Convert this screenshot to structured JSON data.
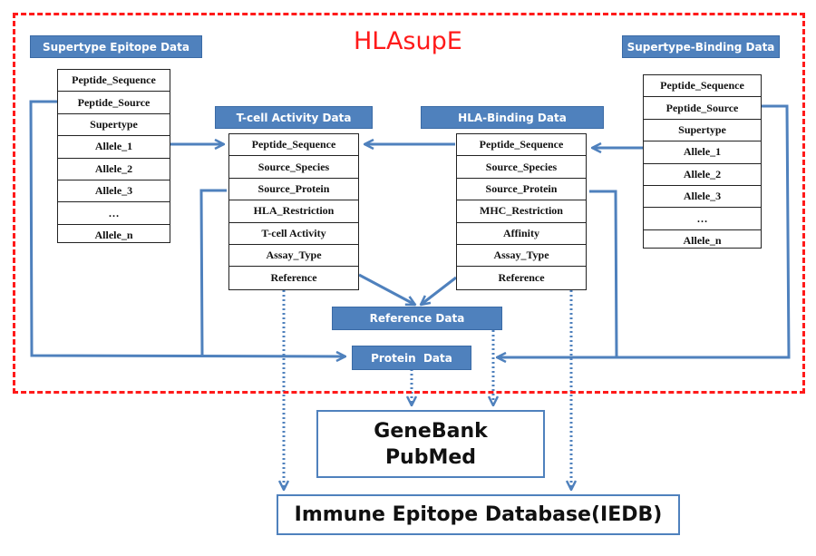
{
  "title": "HLAsupE",
  "colors": {
    "frame": "#ff1a1a",
    "header": "#4f81bd",
    "line": "#4f81bd"
  },
  "tables": {
    "supertype_epitope": {
      "header": "Supertype Epitope Data",
      "rows": [
        "Peptide_Sequence",
        "Peptide_Source",
        "Supertype",
        "Allele_1",
        "Allele_2",
        "Allele_3",
        "…",
        "Allele_n"
      ]
    },
    "tcell_activity": {
      "header": "T-cell Activity Data",
      "rows": [
        "Peptide_Sequence",
        "Source_Species",
        "Source_Protein",
        "HLA_Restriction",
        "T-cell Activity",
        "Assay_Type",
        "Reference"
      ]
    },
    "hla_binding": {
      "header": "HLA-Binding Data",
      "rows": [
        "Peptide_Sequence",
        "Source_Species",
        "Source_Protein",
        "MHC_Restriction",
        "Affinity",
        "Assay_Type",
        "Reference"
      ]
    },
    "supertype_binding": {
      "header": "Supertype-Binding Data",
      "rows": [
        "Peptide_Sequence",
        "Peptide_Source",
        "Supertype",
        "Allele_1",
        "Allele_2",
        "Allele_3",
        "…",
        "Allele_n"
      ]
    }
  },
  "reference_data": "Reference Data",
  "protein_data": "Protein  Data",
  "external": {
    "genebank": "GeneBank",
    "pubmed": "PubMed",
    "iedb": "Immune Epitope Database(IEDB)"
  }
}
